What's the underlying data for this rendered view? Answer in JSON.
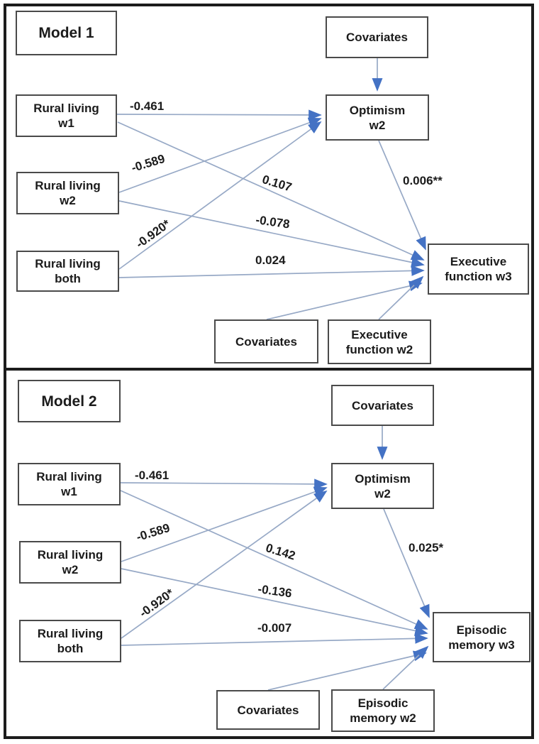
{
  "figure": {
    "type": "path-diagram",
    "description": "Two structural equation path models with standardized coefficients",
    "colors": {
      "line": "#97a9c6",
      "arrowhead": "#4472c4",
      "box_border": "#4a4a4a",
      "panel_border": "#1c1c1c",
      "text": "#1b1b1b",
      "background": "#ffffff"
    }
  },
  "models": [
    {
      "title": "Model 1",
      "nodes": {
        "covariates_top": {
          "line1": "Covariates"
        },
        "rural_w1": {
          "line1": "Rural living",
          "line2": "w1"
        },
        "rural_w2": {
          "line1": "Rural living",
          "line2": "w2"
        },
        "rural_both": {
          "line1": "Rural living",
          "line2": "both"
        },
        "optimism": {
          "line1": "Optimism",
          "line2": "w2"
        },
        "outcome_w3": {
          "line1": "Executive",
          "line2": "function w3"
        },
        "covariates_bottom": {
          "line1": "Covariates"
        },
        "outcome_w2": {
          "line1": "Executive",
          "line2": "function w2"
        }
      },
      "coefficients": {
        "w1_to_optimism": "-0.461",
        "w2_to_optimism": "-0.589",
        "both_to_optimism": "-0.920*",
        "w1_to_outcome": "0.107",
        "w2_to_outcome": "-0.078",
        "both_to_outcome": "0.024",
        "optimism_to_outcome": "0.006**"
      }
    },
    {
      "title": "Model 2",
      "nodes": {
        "covariates_top": {
          "line1": "Covariates"
        },
        "rural_w1": {
          "line1": "Rural living",
          "line2": "w1"
        },
        "rural_w2": {
          "line1": "Rural living",
          "line2": "w2"
        },
        "rural_both": {
          "line1": "Rural living",
          "line2": "both"
        },
        "optimism": {
          "line1": "Optimism",
          "line2": "w2"
        },
        "outcome_w3": {
          "line1": "Episodic",
          "line2": "memory w3"
        },
        "covariates_bottom": {
          "line1": "Covariates"
        },
        "outcome_w2": {
          "line1": "Episodic",
          "line2": "memory w2"
        }
      },
      "coefficients": {
        "w1_to_optimism": "-0.461",
        "w2_to_optimism": "-0.589",
        "both_to_optimism": "-0.920*",
        "w1_to_outcome": "0.142",
        "w2_to_outcome": "-0.136",
        "both_to_outcome": "-0.007",
        "optimism_to_outcome": "0.025*"
      }
    }
  ]
}
